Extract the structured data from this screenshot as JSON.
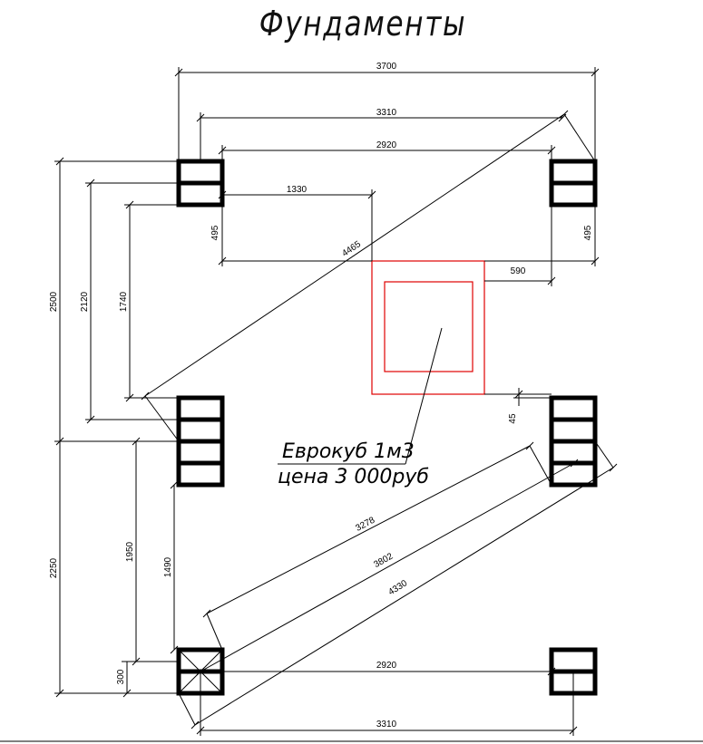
{
  "title": "Фундаменты",
  "dimensions": {
    "top_3700": "3700",
    "top_3310": "3310",
    "top_2920": "2920",
    "top_1330": "1330",
    "left_495": "495",
    "right_495": "495",
    "mid_590": "590",
    "diag_4465": "4465",
    "left_2500": "2500",
    "left_2120": "2120",
    "left_1740": "1740",
    "right_45": "45",
    "left_2250": "2250",
    "left_1950": "1950",
    "left_1490": "1490",
    "left_300": "300",
    "diag_3278": "3278",
    "diag_3802": "3802",
    "diag_4330": "4330",
    "bottom_2920": "2920",
    "bottom_3310": "3310"
  },
  "note": {
    "line1": "Еврокуб 1м3",
    "line2": "цена 3 000руб"
  }
}
